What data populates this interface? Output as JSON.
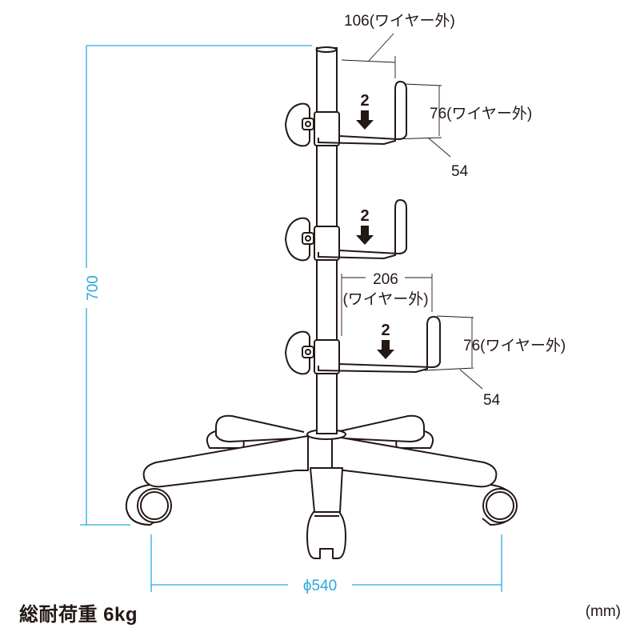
{
  "diagram": {
    "title": "Stand dimension drawing",
    "colors": {
      "line": "#231815",
      "dimension_blue": "#29a9e0",
      "background": "#ffffff"
    },
    "dimensions": {
      "total_height": "700",
      "base_diameter": "ϕ540",
      "top_hook_width": "106(ワイヤー外)",
      "top_hook_height": "76(ワイヤー外)",
      "top_hook_depth": "54",
      "bottom_hook_width_value": "206",
      "bottom_hook_width_note": "(ワイヤー外)",
      "bottom_hook_height": "76(ワイヤー外)",
      "bottom_hook_depth": "54"
    },
    "hooks": [
      {
        "position": "top",
        "load_label": "2"
      },
      {
        "position": "middle",
        "load_label": "2"
      },
      {
        "position": "bottom",
        "load_label": "2"
      }
    ],
    "footer": {
      "total_load": "総耐荷重 6kg",
      "unit": "(mm)"
    }
  }
}
